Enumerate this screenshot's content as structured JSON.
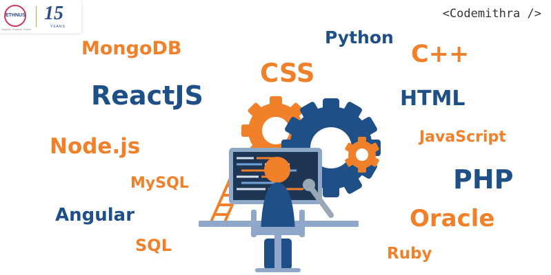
{
  "logo": {
    "circle_text": "ETHNUS",
    "tagline": "Explore. Expand. Enrich",
    "anniversary_number": "15",
    "anniversary_label": "YEARS"
  },
  "brand": {
    "text": "<Codemithra />"
  },
  "colors": {
    "orange": "#f0812a",
    "blue": "#1e4f86"
  },
  "technologies": [
    {
      "label": "MongoDB",
      "color": "orange"
    },
    {
      "label": "Python",
      "color": "blue"
    },
    {
      "label": "C++",
      "color": "orange"
    },
    {
      "label": "CSS",
      "color": "orange"
    },
    {
      "label": "ReactJS",
      "color": "blue"
    },
    {
      "label": "HTML",
      "color": "blue"
    },
    {
      "label": "JavaScript",
      "color": "orange"
    },
    {
      "label": "Node.js",
      "color": "orange"
    },
    {
      "label": "PHP",
      "color": "blue"
    },
    {
      "label": "MySQL",
      "color": "orange"
    },
    {
      "label": "Angular",
      "color": "blue"
    },
    {
      "label": "Oracle",
      "color": "orange"
    },
    {
      "label": "SQL",
      "color": "orange"
    },
    {
      "label": "Ruby",
      "color": "orange"
    }
  ],
  "illustration": {
    "icon": "developer-at-computer-with-gears-icon"
  }
}
